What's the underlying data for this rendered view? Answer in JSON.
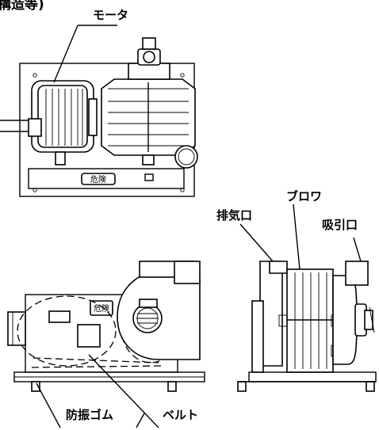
{
  "labels": {
    "heading_fragment": "構造等)",
    "motor": "モータ",
    "blower": "ブロワ",
    "exhaust_port": "排気口",
    "intake_port": "吸引口",
    "vibration_rubber": "防振ゴム",
    "belt": "ベルト",
    "danger_top": "危険",
    "danger_front": "危険"
  }
}
